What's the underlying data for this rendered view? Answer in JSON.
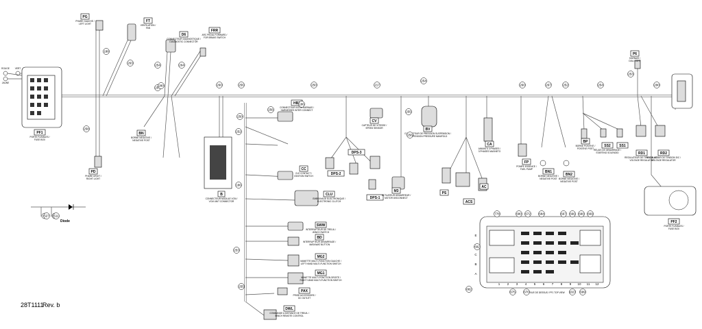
{
  "footer": {
    "doc_id": "28T1111",
    "revision": "Rev. b"
  },
  "diode_label": "Diode",
  "connectors": [
    {
      "code": "PG",
      "text": "PHARE GAUCHE / LEFT LIGHT"
    },
    {
      "code": "FT",
      "text": "VENTILATION / FAN"
    },
    {
      "code": "D6",
      "text": "CONNECTEUR DIAGNOSTIQUE / DIAGNOSTIC CONNECTOR"
    },
    {
      "code": "FRR",
      "text": "ARC PEDAL FORWARD / FOR BRAKE SWITCH"
    },
    {
      "code": "PF1",
      "text": "PORTE FUSIBLES / FUSE BOX"
    },
    {
      "code": "PD",
      "text": "PHARE DROIT / RIGHT LIGHT"
    },
    {
      "code": "BN",
      "text": "BORNE NEGATIVE / NEGATIVE POST"
    },
    {
      "code": "HB2",
      "text": "CONNECTEUR INTER HARNAIS / HARNESSES INTER CONNECT"
    },
    {
      "code": "CC",
      "text": "CLE CONTACT / IGNITION SWITCH"
    },
    {
      "code": "B",
      "text": "CONNECTEUR MODULE VCM / VCM UNIT CONNECTOR"
    },
    {
      "code": "DPS-3",
      "text": ""
    },
    {
      "code": "DPS-2",
      "text": ""
    },
    {
      "code": "DPS-1",
      "text": ""
    },
    {
      "code": "CV",
      "text": "CAPTEUR DE VITESSE / SPEED SENSOR"
    },
    {
      "code": "BV",
      "text": "COLLECTEUR DE PRESSION SUSPENSION / SUSPENSION PRESSURE MANIFOLD"
    },
    {
      "code": "CA",
      "text": "AIMANTS 3 PHASES / 3 PHASES MAGNETO"
    },
    {
      "code": "FP",
      "text": "POMPE ESSENCE / FUEL PUMP"
    },
    {
      "code": "BN1",
      "text": "BORNE NEGATIVE / NEGATIVE POST"
    },
    {
      "code": "BN2",
      "text": "BORNE NEGATIVE / NEGATIVE POST"
    },
    {
      "code": "BP",
      "text": "BORNE POSITIVE / POSITIVE POST"
    },
    {
      "code": "SS2",
      "text": "RELAIS DE DEMARRAGE / STARTING SOLENOID"
    },
    {
      "code": "SS1",
      "text": ""
    },
    {
      "code": "RD1",
      "text": "REGULATEUR DE TENSION A/C / VOLTAGE REGULATOR"
    },
    {
      "code": "RD2",
      "text": "REGULATEUR DE TENSION D/C / VOLTAGE REGULATOR"
    },
    {
      "code": "P6",
      "text": "HARNAIS / DIAL LIGHT"
    },
    {
      "code": "M3",
      "text": "ACTUATEUR DEMARREUR / MOTOR DISCONNECT"
    },
    {
      "code": "PS",
      "text": ""
    },
    {
      "code": "ACS",
      "text": ""
    },
    {
      "code": "AC",
      "text": ""
    },
    {
      "code": "CLU",
      "text": "EMBRAYAGE ELECTRONIQUE / ELECTRONIC CLUTCH"
    },
    {
      "code": "SWW",
      "text": "INTERRUPTEUR DE TREUIL / WINCH SWITCH"
    },
    {
      "code": "BD",
      "text": "INTERRUPTEUR DEMARRAGE / 4WD/4WAT BUTTON"
    },
    {
      "code": "MG2",
      "text": "MANETTE MULTI-FONCTION GAUCHE / LEFT HAND MULTI-FUNCTION SWITCH"
    },
    {
      "code": "MG1",
      "text": "MANETTE MULTI-FONCTION DROITE / RIGHT HAND MULTI-FUNCTION SWITCH"
    },
    {
      "code": "PAX",
      "text": "PRISE ACCESSOIRE / DC OUTLET"
    },
    {
      "code": "DWL",
      "text": "COMMANDE A DISTANCE DE TREUIL / WINCH REMOTE CONTROL"
    },
    {
      "code": "PF2",
      "text": "PORTE FUSIBLES / FUSE BOX"
    }
  ],
  "wire_numbers": [
    "188",
    "263",
    "254",
    "264",
    "257",
    "260",
    "280",
    "256",
    "250",
    "217",
    "254",
    "255",
    "256",
    "258",
    "256",
    "250",
    "252",
    "186",
    "253",
    "255",
    "186",
    "260",
    "267",
    "252",
    "254",
    "253",
    "290",
    "527",
    "511"
  ],
  "fuse_box": {
    "rows": [
      "E",
      "D",
      "C",
      "B",
      "A"
    ],
    "cols": [
      "1",
      "2",
      "3",
      "4",
      "5",
      "6",
      "7",
      "8",
      "9",
      "10",
      "11",
      "12"
    ],
    "bottom_label": "PF1 VUE DE DESSUS / PF1 TOP VIEW",
    "callouts": [
      "778",
      "680",
      "672",
      "667",
      "666",
      "690",
      "669",
      "684",
      "675",
      "670",
      "1027",
      "699",
      "682",
      "692"
    ]
  },
  "left_wire_tags": [
    "ROUGE",
    "JAUNE",
    "VERT"
  ]
}
